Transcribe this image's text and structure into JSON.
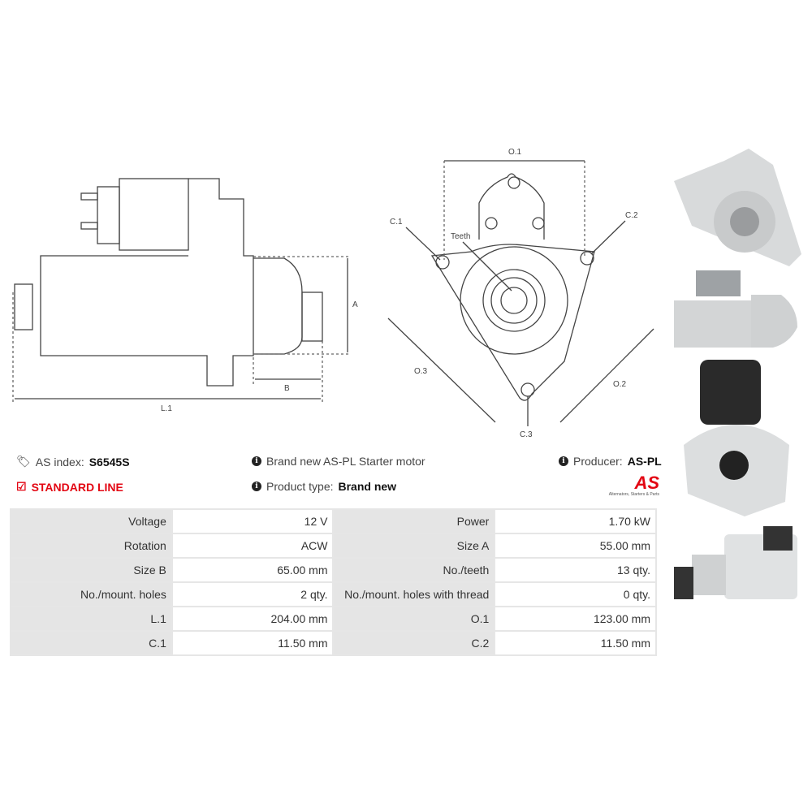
{
  "side_diagram": {
    "labels": {
      "a": "A",
      "b": "B",
      "l1": "L.1"
    }
  },
  "front_diagram": {
    "labels": {
      "o1": "O.1",
      "c1": "C.1",
      "c2": "C.2",
      "teeth": "Teeth",
      "o3": "O.3",
      "o2": "O.2",
      "c3": "C.3"
    }
  },
  "info": {
    "as_index_label": "AS index:",
    "as_index_value": "S6545S",
    "line": "STANDARD LINE",
    "description": "Brand new AS-PL Starter motor",
    "product_type_label": "Product type:",
    "product_type_value": "Brand new",
    "producer_label": "Producer:",
    "producer_value": "AS-PL",
    "logo_text": "AS",
    "logo_tagline": "Alternators, Starters & Parts"
  },
  "colors": {
    "accent": "#e30613"
  },
  "specs": [
    [
      {
        "k": "Voltage",
        "v": "12 V"
      },
      {
        "k": "Power",
        "v": "1.70 kW"
      }
    ],
    [
      {
        "k": "Rotation",
        "v": "ACW"
      },
      {
        "k": "Size A",
        "v": "55.00 mm"
      }
    ],
    [
      {
        "k": "Size B",
        "v": "65.00 mm"
      },
      {
        "k": "No./teeth",
        "v": "13 qty."
      }
    ],
    [
      {
        "k": "No./mount. holes",
        "v": "2 qty."
      },
      {
        "k": "No./mount. holes with thread",
        "v": "0 qty."
      }
    ],
    [
      {
        "k": "L.1",
        "v": "204.00 mm"
      },
      {
        "k": "O.1",
        "v": "123.00 mm"
      }
    ],
    [
      {
        "k": "C.1",
        "v": "11.50 mm"
      },
      {
        "k": "C.2",
        "v": "11.50 mm"
      }
    ]
  ]
}
